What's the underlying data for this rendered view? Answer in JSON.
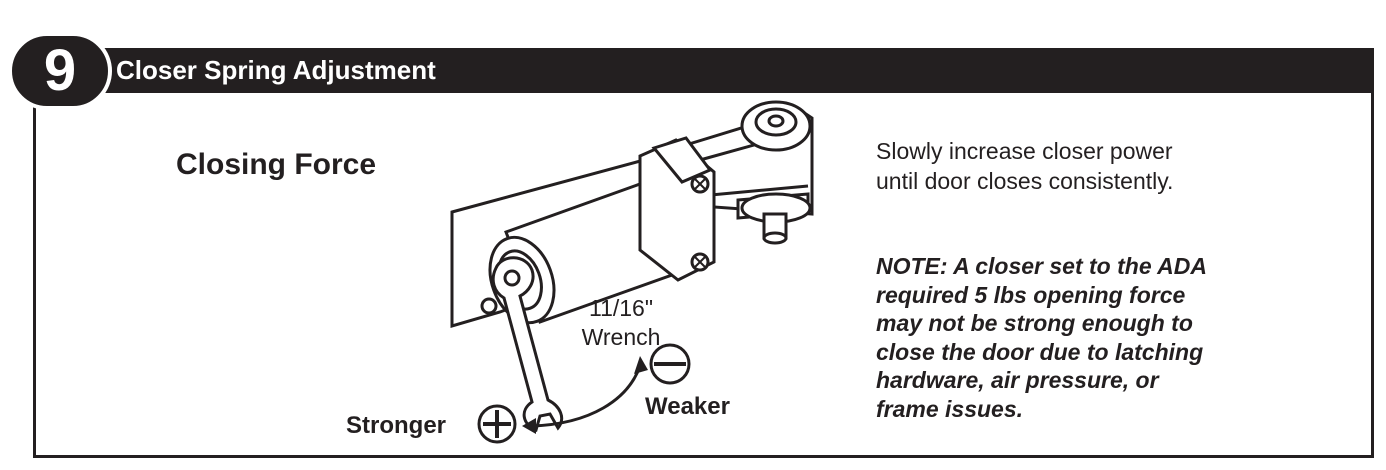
{
  "header": {
    "step_number": "9",
    "title": "Closer Spring Adjustment"
  },
  "section_heading": "Closing Force",
  "instructions": {
    "lines": [
      "Slowly increase closer power",
      "until door closes consistently."
    ]
  },
  "note": {
    "lines": [
      "NOTE: A closer set to the ADA",
      "required 5 lbs opening force",
      "may not be strong enough to",
      "close the door due to latching",
      "hardware, air pressure, or",
      "frame issues."
    ]
  },
  "illustration": {
    "tool_label_lines": [
      "11/16\"",
      "Wrench"
    ],
    "stronger_label": "Stronger",
    "weaker_label": "Weaker",
    "icons": [
      "door-closer-body",
      "wrench-icon",
      "plus-icon",
      "minus-icon",
      "curved-double-arrow-icon"
    ]
  },
  "colors": {
    "ink": "#231f20",
    "background": "#ffffff"
  }
}
